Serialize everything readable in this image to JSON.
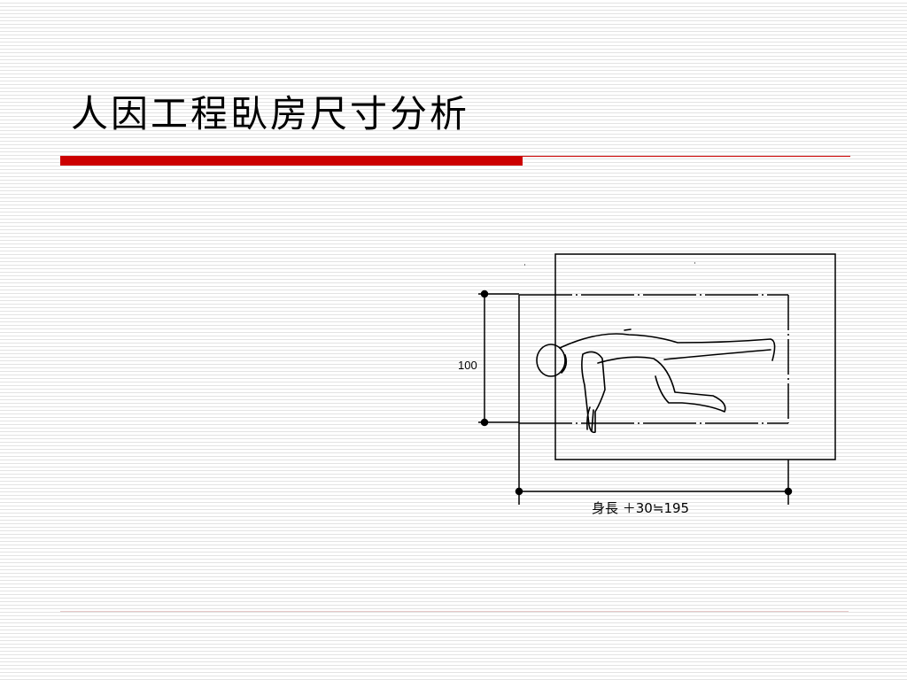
{
  "slide": {
    "title": "人因工程臥房尺寸分析",
    "accent_color": "#cc0000",
    "footer_line_color": "#e6c8c8"
  },
  "diagram": {
    "height_dimension_label": "100",
    "length_dimension_label": "身長 ＋30≒195"
  }
}
